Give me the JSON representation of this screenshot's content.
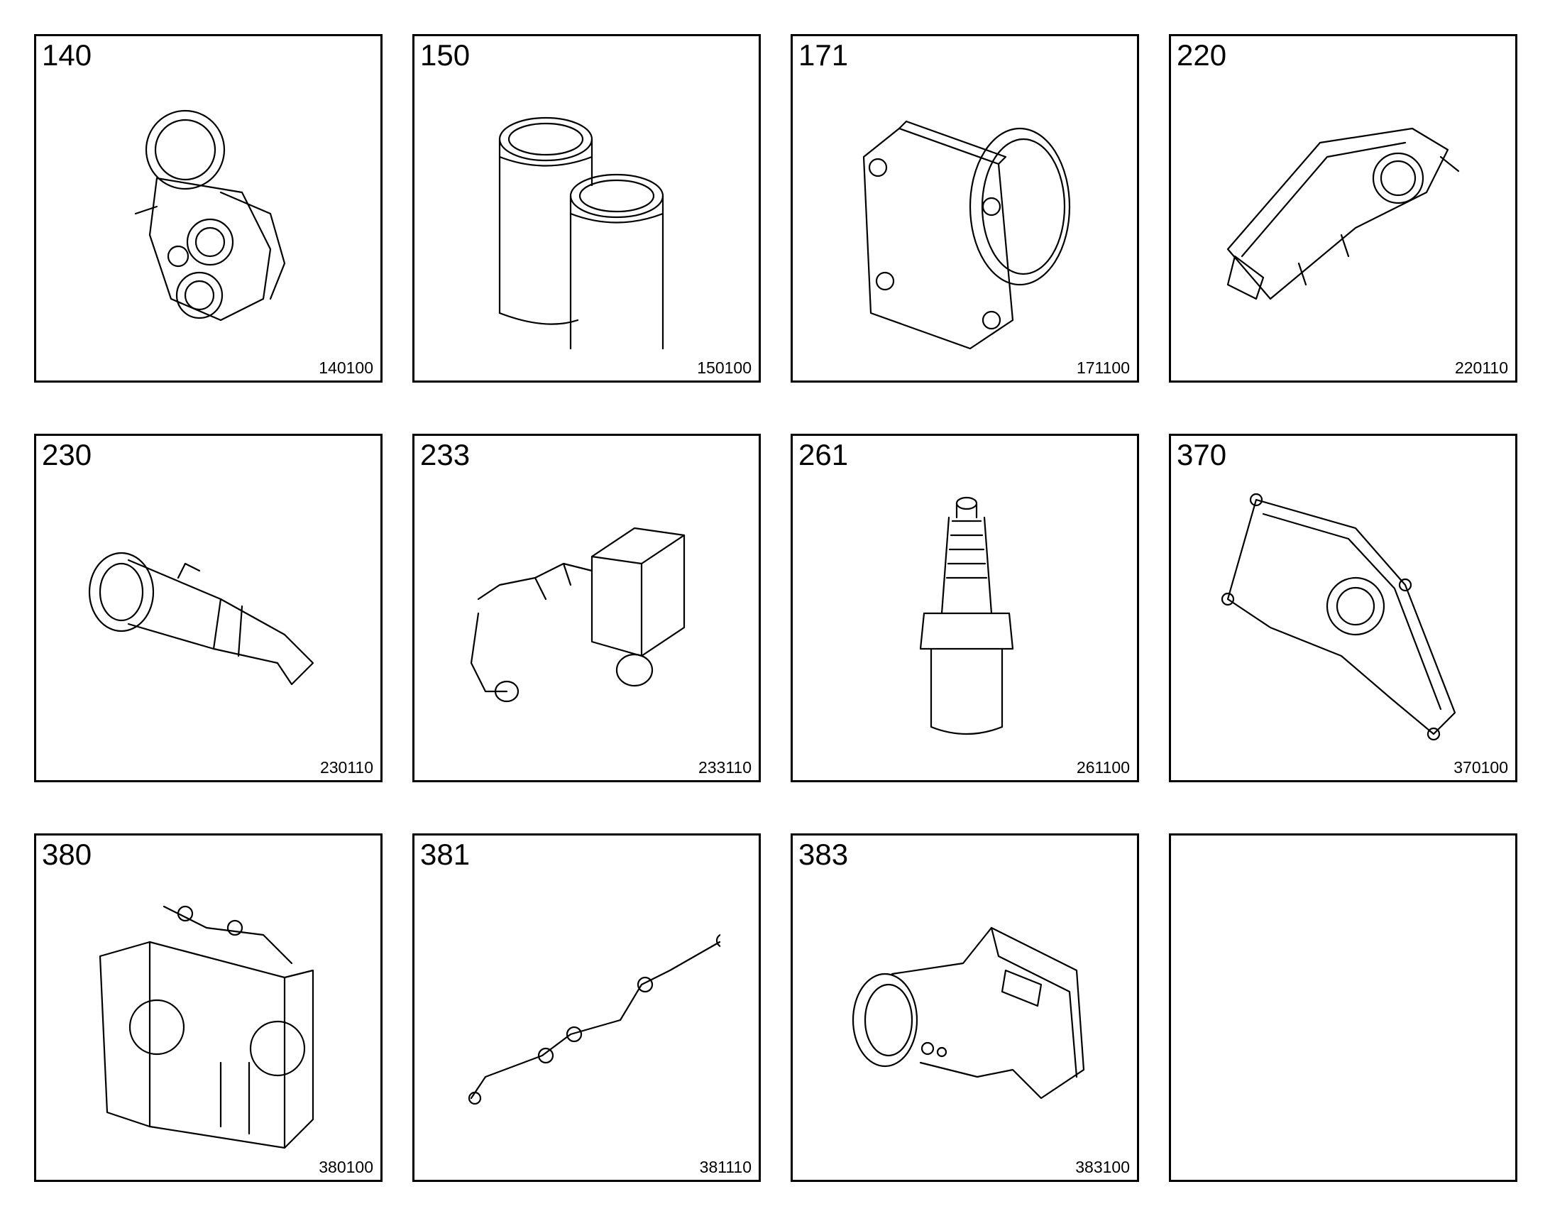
{
  "parts": [
    {
      "code": "140",
      "ref": "140100",
      "icon": "gear-pump-icon"
    },
    {
      "code": "150",
      "ref": "150100",
      "icon": "oil-filters-icon"
    },
    {
      "code": "171",
      "ref": "171100",
      "icon": "cover-plate-icon"
    },
    {
      "code": "220",
      "ref": "220110",
      "icon": "intake-manifold-icon"
    },
    {
      "code": "230",
      "ref": "230110",
      "icon": "intake-pipe-icon"
    },
    {
      "code": "233",
      "ref": "233110",
      "icon": "intercooler-assembly-icon"
    },
    {
      "code": "261",
      "ref": "261100",
      "icon": "spark-plug-icon"
    },
    {
      "code": "370",
      "ref": "370100",
      "icon": "timing-cover-icon"
    },
    {
      "code": "380",
      "ref": "380100",
      "icon": "throttle-body-icon"
    },
    {
      "code": "381",
      "ref": "381110",
      "icon": "wiring-harness-icon"
    },
    {
      "code": "383",
      "ref": "383100",
      "icon": "elbow-housing-icon"
    },
    {
      "code": "",
      "ref": "",
      "icon": ""
    }
  ]
}
